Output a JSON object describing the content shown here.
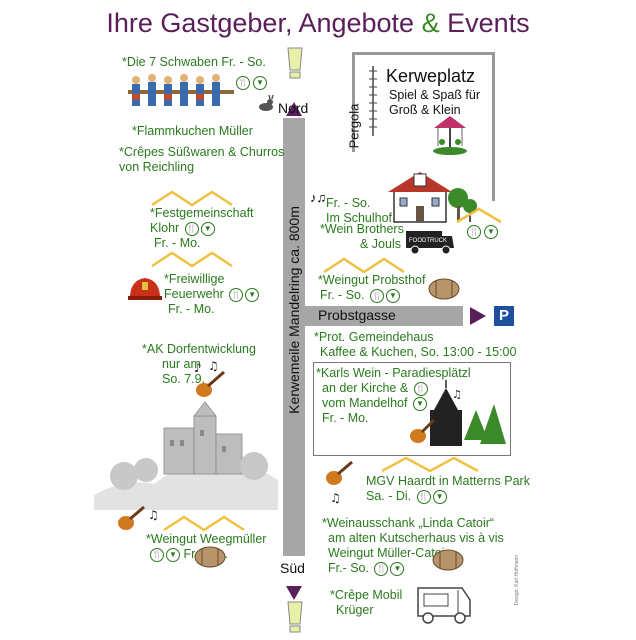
{
  "title": {
    "main": "Ihre Gastgeber, Angebote",
    "amp": "&",
    "end": "Events"
  },
  "road": {
    "label": "Kerwemeile Mandelring ca. 800m",
    "north": "Nord",
    "south": "Süd"
  },
  "side_road": {
    "label": "Probstgasse"
  },
  "parking": "P",
  "kerweplatz": {
    "title": "Kerweplatz",
    "line1": "Spiel & Spaß für",
    "line2": "Groß & Klein",
    "pergola": "Pergola"
  },
  "entries": {
    "schwaben": "Die 7 Schwaben Fr. - So.",
    "flammkuchen": "Flammkuchen Müller",
    "crepes1": "Crêpes Süßwaren & Churros",
    "crepes2": "von Reichling",
    "festgem1": "Festgemeinschaft",
    "festgem2": "Klohr",
    "festgem3": "Fr. - Mo.",
    "feuer1": "Freiwillige",
    "feuer2": "Feuerwehr",
    "feuer3": "Fr. - Mo.",
    "ak1": "AK Dorfentwicklung",
    "ak2": "nur am",
    "ak3": "So. 7.9.",
    "weeg1": "Weingut Weegmüller",
    "weeg2": "Fr. - So.",
    "schul1": "Fr. - So.",
    "schul2": "Im Schulhof",
    "wein1": "Wein Brothers",
    "wein2": "& Jouls",
    "probst1": "Weingut Probsthof",
    "probst2": "Fr. - So.",
    "gemeinde1": "Prot. Gemeindehaus",
    "gemeinde2": "Kaffee & Kuchen, So. 13:00 - 15:00",
    "karls1": "Karls Wein - Paradiesplätzl",
    "karls2": "an der Kirche &",
    "karls3": "vom Mandelhof",
    "karls4": "Fr. - Mo.",
    "mgv1": "MGV Haardt in Matterns Park",
    "mgv2": "Sa. - Di.",
    "catoir1": "Weinausschank „Linda Catoir“",
    "catoir2": "am alten Kutscherhaus vis à vis",
    "catoir3": "Weingut Müller-Catoir",
    "catoir4": "Fr.- So.",
    "crepemobil1": "Crêpe Mobil",
    "crepemobil2": "Krüger"
  },
  "foodtruck": "FOODTRUCK",
  "design": "Design: Karl Hoffmann",
  "colors": {
    "purple": "#5a1e5a",
    "green": "#2a7a1e",
    "road": "#a6a6a6",
    "roof": "#f0c040",
    "parking": "#1f4f9f"
  }
}
